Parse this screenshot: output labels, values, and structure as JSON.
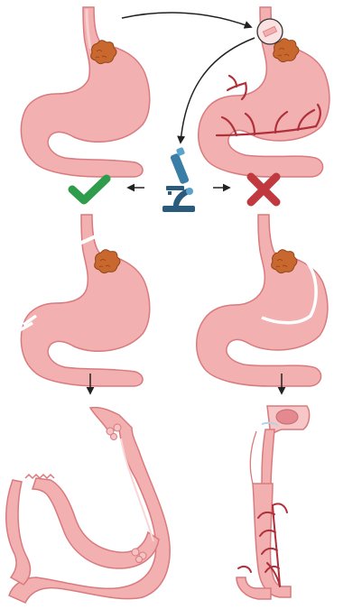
{
  "diagram": {
    "panels": [
      {
        "id": "stomach-tumor-original"
      },
      {
        "id": "stomach-margin-sampled"
      },
      {
        "id": "stomach-distal-resection"
      },
      {
        "id": "stomach-total-tube"
      },
      {
        "id": "jejunal-loop-reconstruction"
      },
      {
        "id": "gastric-tube-esophagus"
      }
    ],
    "symbols": {
      "microscope": "microscope-icon",
      "accept": "check-icon",
      "reject": "x-icon"
    },
    "colors": {
      "stomach_fill": "#f2b0b0",
      "stomach_outline": "#d97a7e",
      "tumor": "#c9682e",
      "vessels": "#b0303a",
      "check": "#2e9c4b",
      "cross": "#c0393f",
      "microscope": "#2a5a7c",
      "arrow": "#222222"
    }
  }
}
